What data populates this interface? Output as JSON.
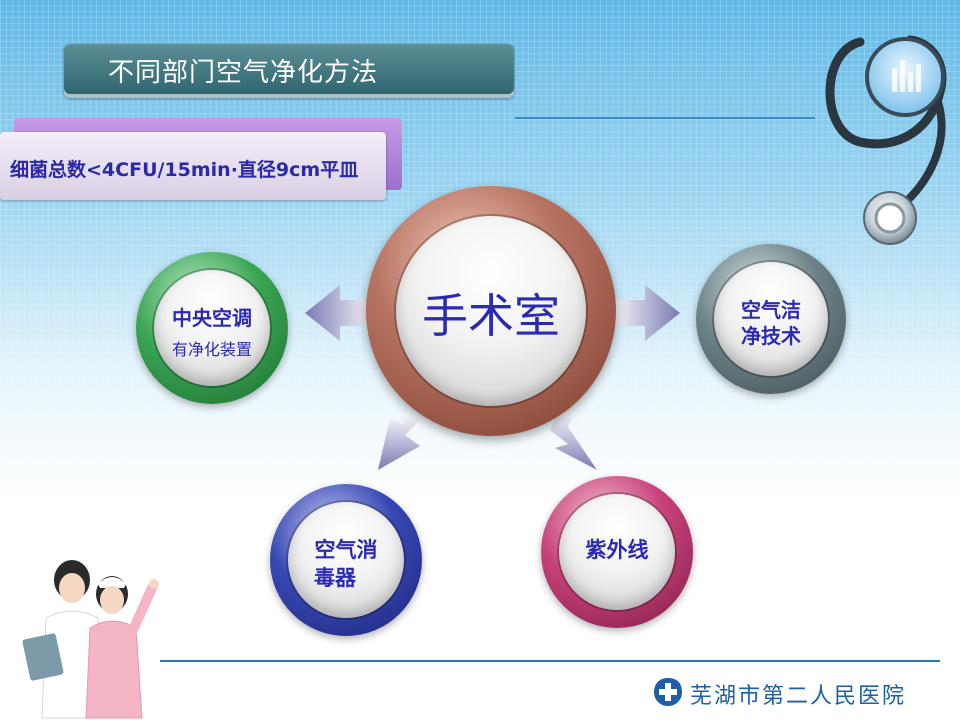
{
  "slide": {
    "title": "不同部门空气净化方法",
    "note": "细菌总数<4CFU/15min·直径9cm平皿",
    "center": {
      "label": "手术室"
    },
    "nodes": {
      "central_ac": {
        "line1": "中央空调",
        "line2": "有净化装置"
      },
      "clean_tech": {
        "line1": "空气洁",
        "line2": "净技术"
      },
      "disinfector": {
        "line1": "空气消",
        "line2": "毒器"
      },
      "uv": {
        "line1": "紫外线"
      }
    },
    "hospital_name": "芜湖市第二人民医院"
  },
  "colors": {
    "title_bar": "#2f666f",
    "label_text": "#2a2ab4",
    "center_ring": "#9a5a44",
    "green_ring": "#2e9a4a",
    "gray_ring": "#5d7378",
    "blue_ring": "#2e3ea8",
    "pink_ring": "#c03a6a",
    "arrow": "#8a8abf"
  }
}
